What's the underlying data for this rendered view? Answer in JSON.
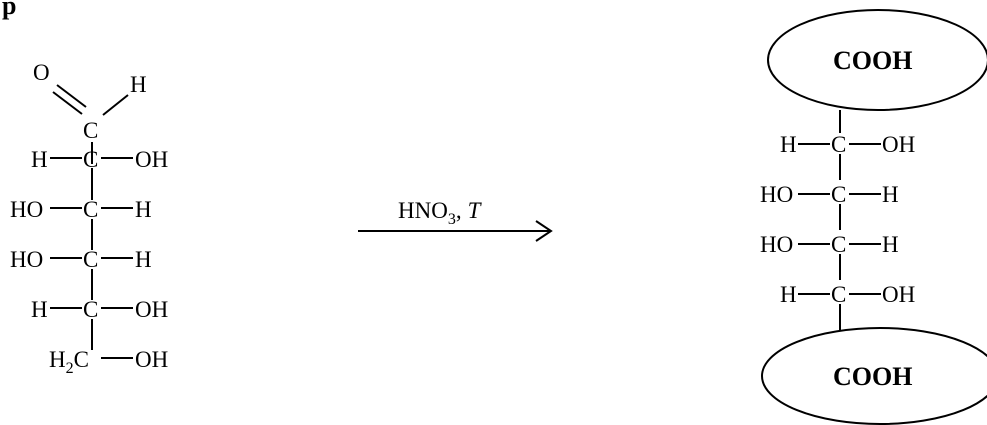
{
  "heading": "p",
  "reactant": {
    "carbonyl_oxygen": "O",
    "carbon": "C",
    "h": "H",
    "oh": "OH",
    "ho": "HO",
    "h2c_main": "H",
    "h2c_sub": "2",
    "h2c_tail": "C"
  },
  "reagent": {
    "hno": "HNO",
    "sub": "3",
    "comma": ",",
    "temperature": "T"
  },
  "product": {
    "top_group": "COOH",
    "bottom_group": "COOH",
    "carbon": "C",
    "h": "H",
    "oh": "OH",
    "ho": "HO"
  }
}
